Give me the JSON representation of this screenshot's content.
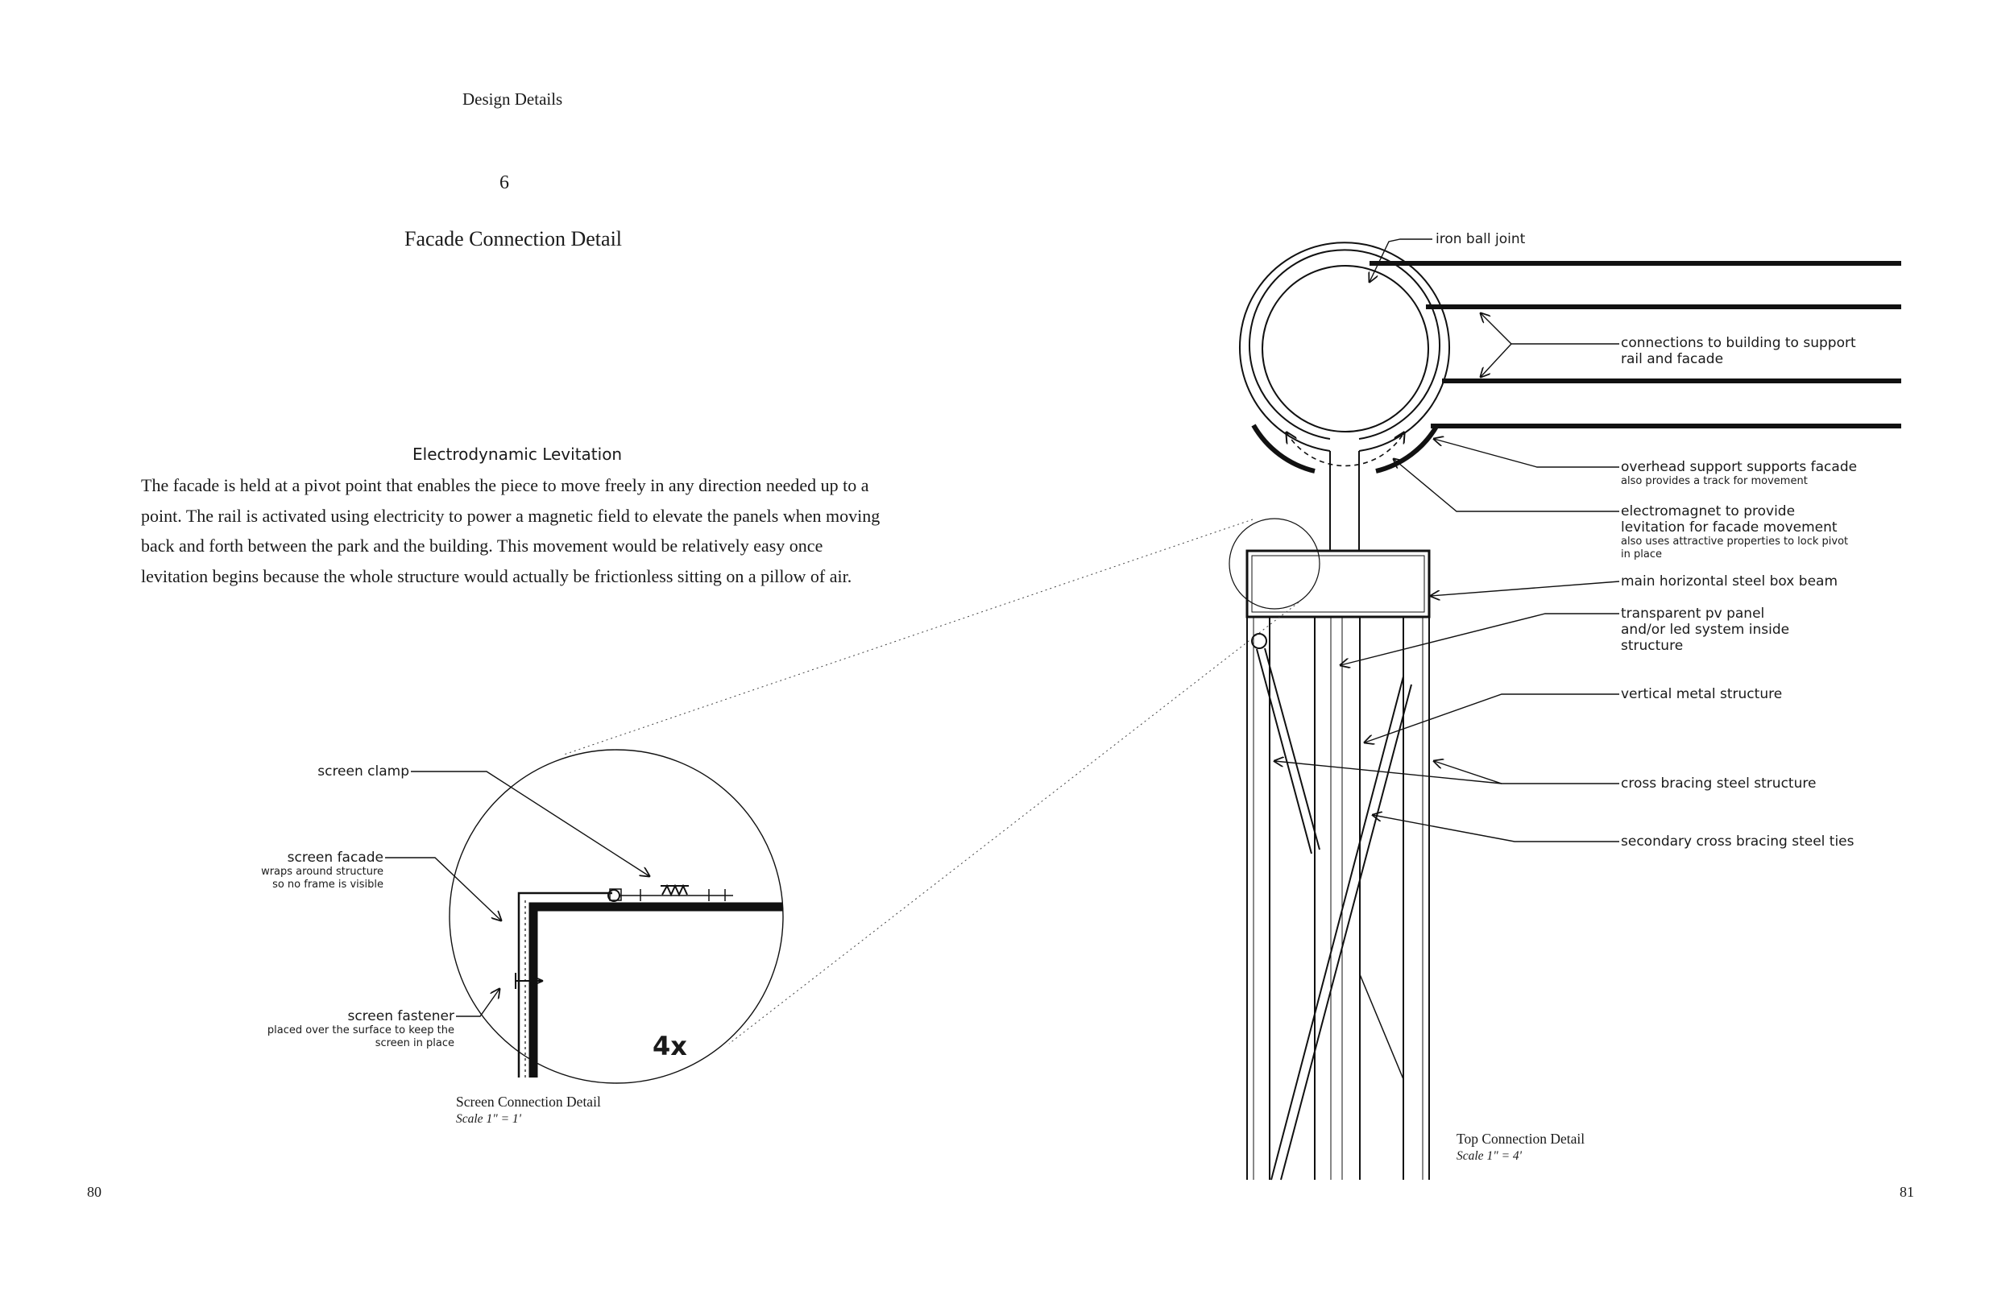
{
  "header": {
    "section_label": "Design Details",
    "chapter_number": "6",
    "page_title": "Facade Connection Detail"
  },
  "body": {
    "heading": "Electrodynamic Levitation",
    "text": "The facade is held at a pivot point that enables the piece to move freely in any direction needed up to a point.  The rail is activated using electricity to power a magnetic field to elevate the panels when moving back and forth between the park and the building.  This movement would be relatively easy once levitation begins because the whole structure would actually be frictionless sitting on a pillow of air."
  },
  "screen_detail": {
    "zoom_label": "4x",
    "caption": "Screen Connection Detail",
    "scale": "Scale 1\" = 1'",
    "annotations": {
      "screen_clamp": "screen clamp",
      "screen_facade": "screen facade",
      "screen_facade_note": "wraps around structure so no frame is visible",
      "screen_fastener": "screen fastener",
      "screen_fastener_note": "placed over the surface to keep the screen in place"
    }
  },
  "top_detail": {
    "caption": "Top Connection Detail",
    "scale": "Scale 1\" = 4'",
    "annotations": {
      "iron_ball_joint": "iron ball joint",
      "connections": "connections to building to support rail and facade",
      "overhead_support": "overhead support supports facade",
      "overhead_support_note": "also provides a track for movement",
      "electromagnet": "electromagnet to provide levitation for facade movement",
      "electromagnet_note": "also uses attractive properties to lock pivot in place",
      "box_beam": "main horizontal steel box beam",
      "pv_panel": "transparent pv panel and/or led system inside structure",
      "vertical_structure": "vertical metal structure",
      "cross_bracing": "cross bracing steel structure",
      "secondary_ties": "secondary cross bracing steel ties"
    }
  },
  "page_numbers": {
    "left": "80",
    "right": "81"
  }
}
